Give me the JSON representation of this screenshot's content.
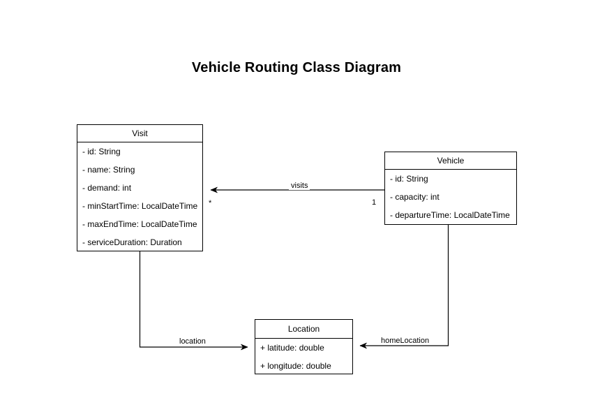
{
  "diagram": {
    "title": "Vehicle Routing Class Diagram",
    "type": "uml-class-diagram",
    "background_color": "#ffffff",
    "line_color": "#000000",
    "text_color": "#000000",
    "classes": [
      {
        "id": "visit",
        "name": "Visit",
        "attributes": [
          "- id: String",
          "- name: String",
          "- demand: int",
          "- minStartTime: LocalDateTime",
          "- maxEndTime: LocalDateTime",
          "- serviceDuration: Duration"
        ]
      },
      {
        "id": "vehicle",
        "name": "Vehicle",
        "attributes": [
          "- id: String",
          "- capacity: int",
          "- departureTime: LocalDateTime"
        ]
      },
      {
        "id": "location",
        "name": "Location",
        "attributes": [
          "+ latitude: double",
          "+ longitude: double"
        ]
      }
    ],
    "relationships": [
      {
        "id": "visits",
        "label": "visits",
        "source": "Vehicle",
        "target": "Visit",
        "source_multiplicity": "1",
        "target_multiplicity": "*",
        "arrow": "open-arrow-at-target"
      },
      {
        "id": "location",
        "label": "location",
        "source": "Visit",
        "target": "Location",
        "source_multiplicity": "",
        "target_multiplicity": "",
        "arrow": "open-arrow-at-target"
      },
      {
        "id": "homeLocation",
        "label": "homeLocation",
        "source": "Vehicle",
        "target": "Location",
        "source_multiplicity": "",
        "target_multiplicity": "",
        "arrow": "open-arrow-at-target"
      }
    ]
  }
}
